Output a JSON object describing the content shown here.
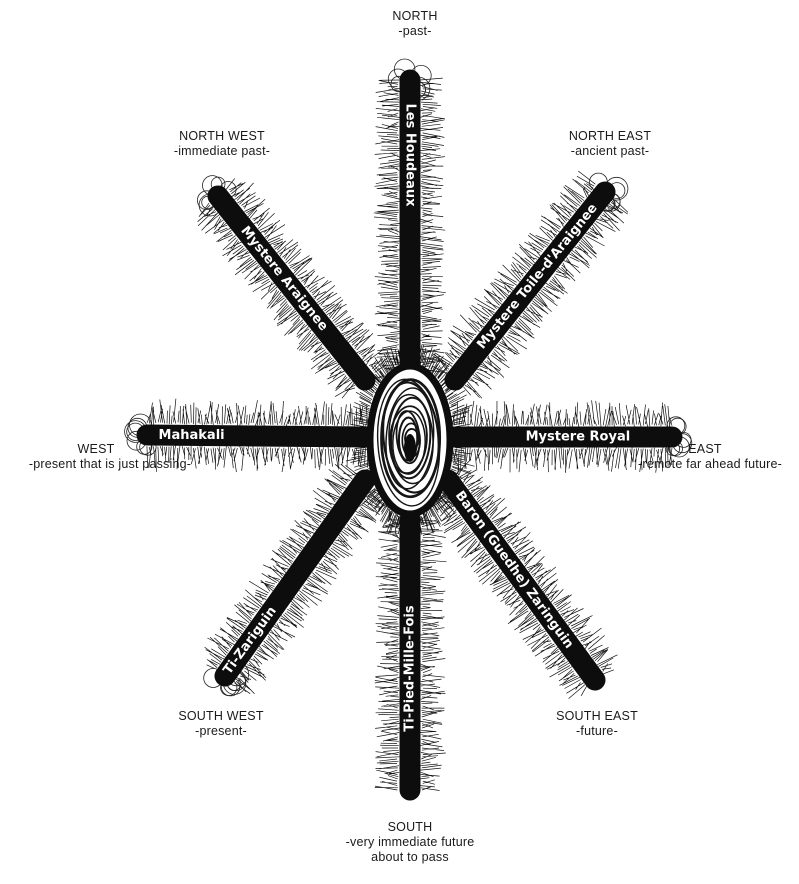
{
  "arms": [
    {
      "id": "north",
      "label": "Les Houdeaux"
    },
    {
      "id": "north-east",
      "label": "Mystere Toile-d'Araignee"
    },
    {
      "id": "east",
      "label": "Mystere Royal"
    },
    {
      "id": "south-east",
      "label": "Baron (Guedhe) Zaringuin"
    },
    {
      "id": "south",
      "label": "Ti-Pied-Mille-Fois"
    },
    {
      "id": "south-west",
      "label": "Ti-Zariguin"
    },
    {
      "id": "west",
      "label": "Mahakali"
    },
    {
      "id": "north-west",
      "label": "Mystere Araignee"
    }
  ],
  "directions": {
    "north": {
      "name": "NORTH",
      "desc": "-past-"
    },
    "north_east": {
      "name": "NORTH EAST",
      "desc": "-ancient past-"
    },
    "east": {
      "name": "EAST",
      "desc": "-remote far ahead future-"
    },
    "south_east": {
      "name": "SOUTH EAST",
      "desc": "-future-"
    },
    "south": {
      "name": "SOUTH",
      "desc": "-very immediate future",
      "desc2": "about to pass"
    },
    "south_west": {
      "name": "SOUTH WEST",
      "desc": "-present-"
    },
    "west": {
      "name": "WEST",
      "desc": "-present that is just passing-"
    },
    "north_west": {
      "name": "NORTH WEST",
      "desc": "-immediate past-"
    }
  }
}
